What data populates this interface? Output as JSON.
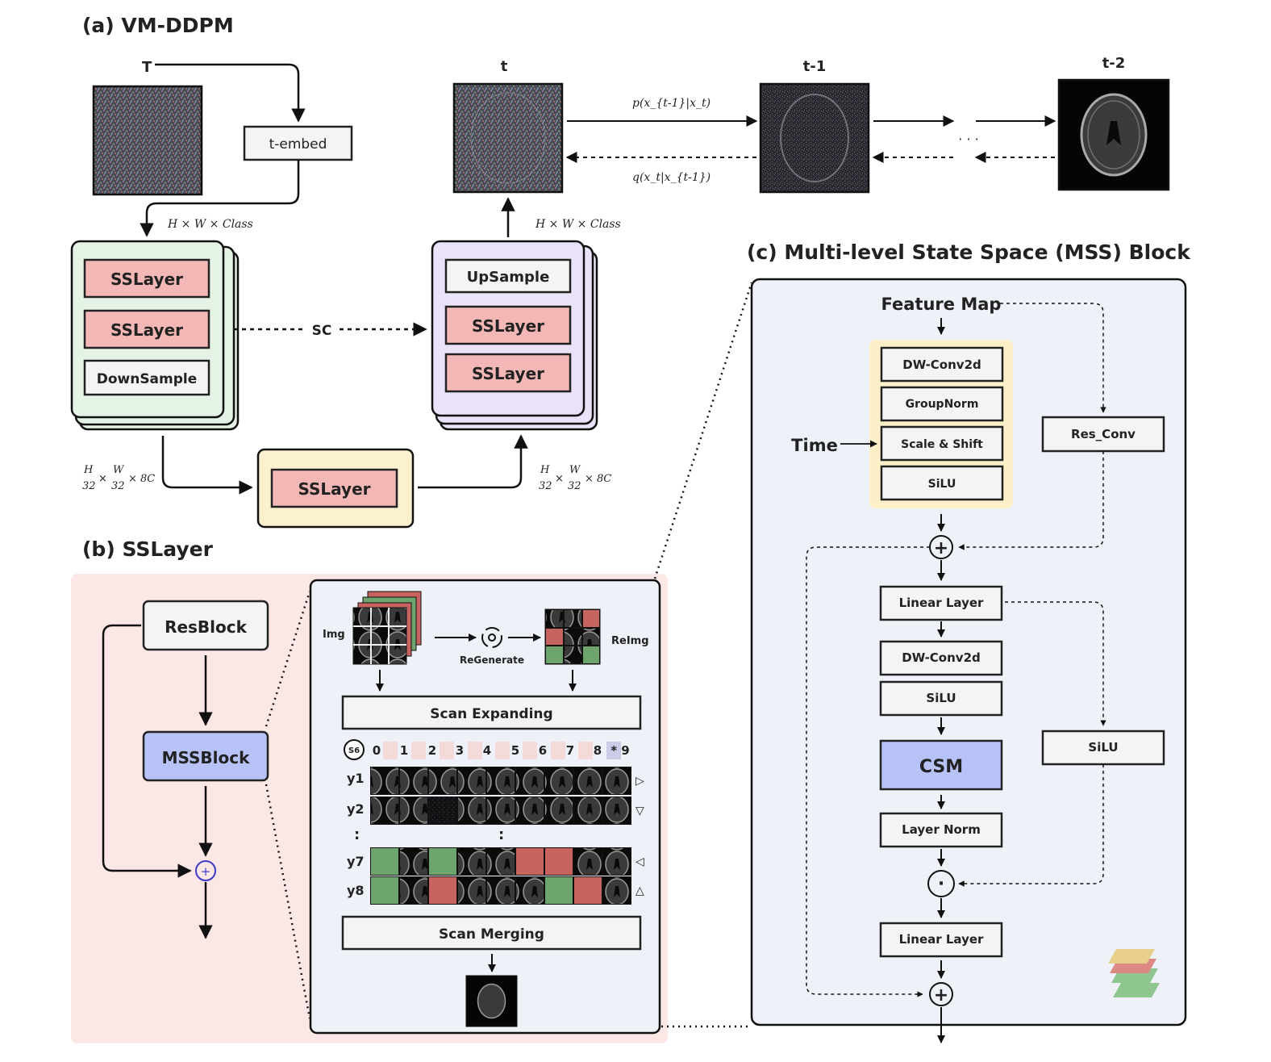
{
  "panel_a": {
    "title": "(a) VM-DDPM",
    "T_label": "T",
    "t_embed": "t-embed",
    "dim_label_1": "H × W × Class",
    "dim_label_2": "H × W × Class",
    "bottleneck_in": {
      "h": "H",
      "d1": "32",
      "w": "W",
      "d2": "32",
      "rest": "× 8C"
    },
    "bottleneck_out": {
      "h": "H",
      "d1": "32",
      "w": "W",
      "d2": "32",
      "rest": "× 8C"
    },
    "encoder": {
      "layer1": "SSLayer",
      "layer2": "SSLayer",
      "downsample": "DownSample"
    },
    "sc_label": "SC",
    "bottleneck": "SSLayer",
    "decoder": {
      "upsample": "UpSample",
      "layer1": "SSLayer",
      "layer2": "SSLayer"
    },
    "steps": {
      "t": "t",
      "t1": "t-1",
      "t2": "t-2"
    },
    "forward_label": "p(x_{t-1}|x_t)",
    "reverse_label": "q(x_t|x_{t-1})",
    "ellipsis": "· · ·"
  },
  "panel_b": {
    "title": "(b) SSLayer",
    "resblock": "ResBlock",
    "mssblock": "MSSBlock",
    "img_label": "Img",
    "regenerate_label": "ReGenerate",
    "reimg_label": "ReImg",
    "scan_expanding": "Scan Expanding",
    "scan_merging": "Scan Merging",
    "s6_label": "S6",
    "indices": [
      "0",
      "1",
      "2",
      "3",
      "4",
      "5",
      "6",
      "7",
      "8",
      "* 9"
    ],
    "rows": [
      {
        "label": "y1",
        "arrow": "▷"
      },
      {
        "label": "y2",
        "arrow": "▽"
      },
      {
        "label": "y7",
        "arrow": "◁"
      },
      {
        "label": "y8",
        "arrow": "△"
      }
    ],
    "vdots": ":"
  },
  "panel_c": {
    "title": "(c) Multi-level State Space (MSS) Block",
    "feature_map": "Feature Map",
    "time_label": "Time",
    "block1": [
      "DW-Conv2d",
      "GroupNorm",
      "Scale & Shift",
      "SiLU"
    ],
    "res_conv": "Res_Conv",
    "linear1": "Linear Layer",
    "dwconv2": "DW-Conv2d",
    "silu2": "SiLU",
    "csm": "CSM",
    "layernorm": "Layer Norm",
    "linear2": "Linear Layer",
    "silu_side": "SiLU",
    "plus_symbol": "+",
    "dot_symbol": "·"
  },
  "colors": {
    "ss_layer": "#f3b8b6",
    "encoder_bg": "#e4f3e6",
    "decoder_bg": "#e9e2f8",
    "bottleneck_bg": "#fcf1cf",
    "block_bg": "#fdf0c8",
    "panel_bg": "#eef2f8",
    "sslayer_bg": "#fbe7e5",
    "mss_blue": "#b7c3f7",
    "cell_green": "#6ea56e",
    "cell_red": "#c8645f"
  }
}
